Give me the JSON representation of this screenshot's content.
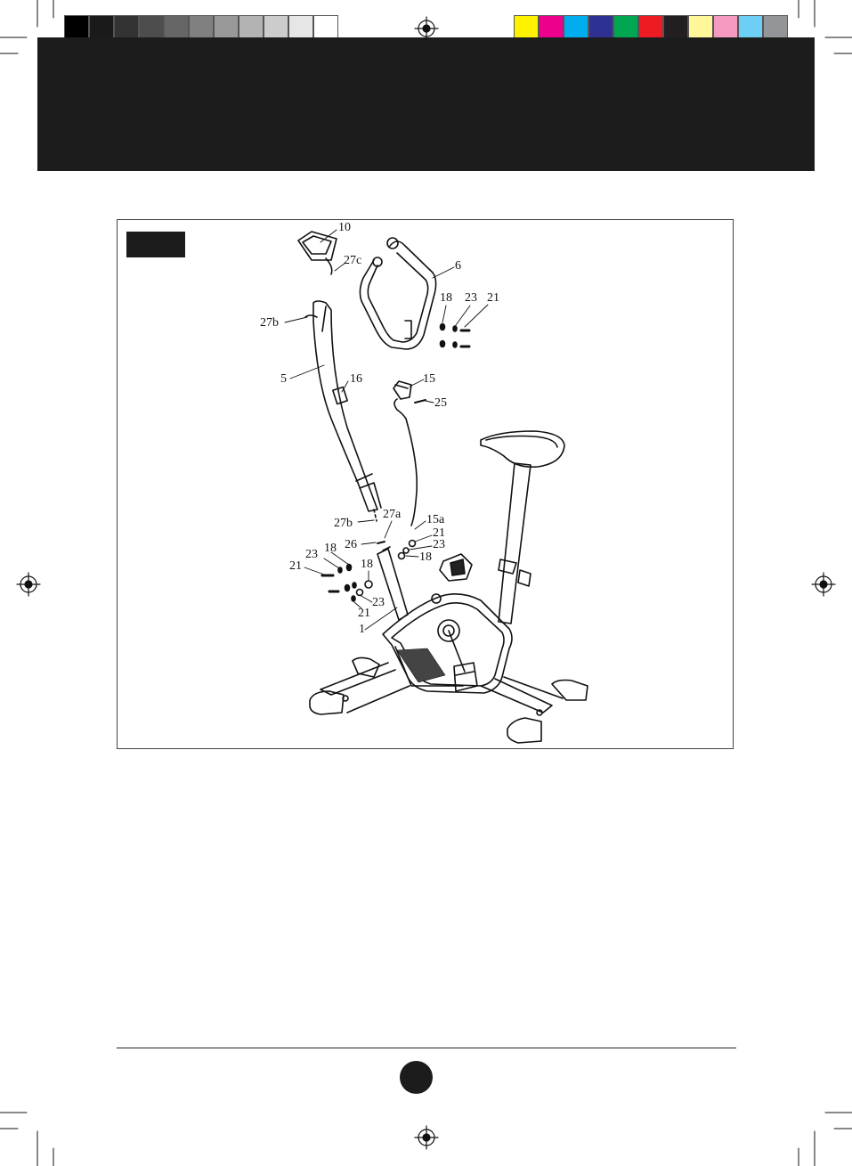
{
  "print_marks": {
    "grayscale_swatches": [
      "#000000",
      "#1a1a1a",
      "#333333",
      "#4d4d4d",
      "#666666",
      "#808080",
      "#999999",
      "#b3b3b3",
      "#cccccc",
      "#e6e6e6",
      "#ffffff"
    ],
    "color_swatches": [
      "#fff200",
      "#ec008c",
      "#00aeef",
      "#2e3192",
      "#00a651",
      "#ed1c24",
      "#231f20",
      "#fff799",
      "#f49ac1",
      "#6dcff6",
      "#939598"
    ]
  },
  "diagram": {
    "labels": [
      {
        "id": "10",
        "text": "10"
      },
      {
        "id": "27c",
        "text": "27c"
      },
      {
        "id": "6",
        "text": "6"
      },
      {
        "id": "18-top",
        "text": "18"
      },
      {
        "id": "23-top",
        "text": "23"
      },
      {
        "id": "21-top",
        "text": "21"
      },
      {
        "id": "27b-top",
        "text": "27b"
      },
      {
        "id": "5",
        "text": "5"
      },
      {
        "id": "16",
        "text": "16"
      },
      {
        "id": "15",
        "text": "15"
      },
      {
        "id": "25",
        "text": "25"
      },
      {
        "id": "27b-mid",
        "text": "27b"
      },
      {
        "id": "27a",
        "text": "27a"
      },
      {
        "id": "15a",
        "text": "15a"
      },
      {
        "id": "26",
        "text": "26"
      },
      {
        "id": "21-right",
        "text": "21"
      },
      {
        "id": "23-right",
        "text": "23"
      },
      {
        "id": "18-right",
        "text": "18"
      },
      {
        "id": "18-left",
        "text": "18"
      },
      {
        "id": "23-left",
        "text": "23"
      },
      {
        "id": "21-left",
        "text": "21"
      },
      {
        "id": "18-lower",
        "text": "18"
      },
      {
        "id": "23-lower",
        "text": "23"
      },
      {
        "id": "21-lower",
        "text": "21"
      },
      {
        "id": "1",
        "text": "1"
      }
    ]
  }
}
